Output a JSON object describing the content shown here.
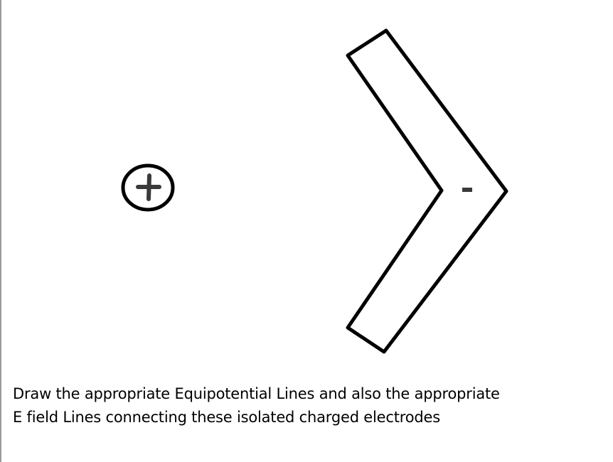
{
  "diagram": {
    "positive_charge": {
      "symbol": "+",
      "icon": "plus-in-circle-icon"
    },
    "negative_electrode": {
      "symbol": "-",
      "shape": "chevron-electrode"
    },
    "stroke_color": "#000000",
    "charge_mark_color": "#3a3a3a"
  },
  "caption": {
    "line1": "Draw the appropriate Equipotential Lines and also the appropriate",
    "line2": "E field Lines connecting these isolated charged electrodes"
  }
}
